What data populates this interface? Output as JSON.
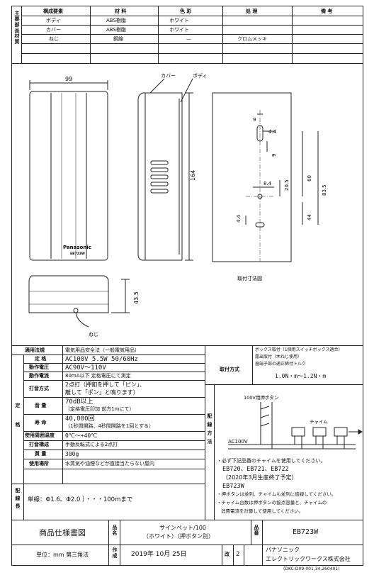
{
  "materials": {
    "side_label": "主要部品材質",
    "headers": [
      "構成要素",
      "材 料",
      "色 彩",
      "処 理",
      "備 考"
    ],
    "rows": [
      [
        "ボディ",
        "ABS樹脂",
        "ホワイト",
        "",
        ""
      ],
      [
        "カバー",
        "ABS樹脂",
        "ホワイト",
        "",
        ""
      ],
      [
        "ねじ",
        "鋼線",
        "—",
        "クロムメッキ",
        ""
      ],
      [
        "",
        "",
        "",
        "",
        ""
      ]
    ]
  },
  "drawing": {
    "front_width": "99",
    "height": "164",
    "cover_label": "カバー",
    "body_label": "ボディ",
    "brand": "Panasonic",
    "model_mark": "EB723W",
    "depth": "43.5",
    "screw_label": "ねじ",
    "dims": {
      "d9": "9",
      "d4_4a": "4.4",
      "d9b": "9",
      "d20_5": "20.5",
      "d60": "60",
      "d83_5": "83.5",
      "d8_4": "8.4",
      "d4_4b": "4.4",
      "d44": "44"
    },
    "mount_title": "取付寸法図"
  },
  "specs": {
    "rows": [
      {
        "label": "適用法規",
        "value": "電気用品安全法（一般電気用品）"
      },
      {
        "label": "定 格",
        "value": "AC100V 5.5W 50/60Hz"
      },
      {
        "label": "動作電圧",
        "value": "AC90V～110V"
      },
      {
        "label": "動作電流",
        "value": "80mA以下 定格電圧にて測定"
      },
      {
        "label": "打音方式",
        "value": "2点打（押釦を押して「ピン」、",
        "value2": "離して「ポン」と鳴ります）"
      },
      {
        "label": "音 量",
        "value": "70dB以上",
        "value2": "（定格電圧印加 前方1mにて）"
      },
      {
        "label": "寿 命",
        "value": "40,000回",
        "value2": "（1秒間開路、4秒間開路を1回とする）"
      },
      {
        "label": "使用周囲温度",
        "value": "0℃～+40℃"
      },
      {
        "label": "打音構成",
        "value": "手動反転式による2点打"
      },
      {
        "label": "質 量",
        "value": "300g"
      },
      {
        "label": "使用場所",
        "value": "水蒸気や油煙などが直接当たらない屋内"
      }
    ],
    "group_label": "定格",
    "wiring_label": "配線長",
    "wiring_value": "単線：Φ1.6、Φ2.0 ｝・・・100mまで"
  },
  "install": {
    "mount_label": "取付方式",
    "mount_lines": [
      "ボックス取付（1個用スイッチボックス適合）",
      "露出取付（木ねじ使用）",
      "器端子部の適正締付トルク",
      "1.0N・m～1.2N・m"
    ],
    "wiring_method_label": "配線方法",
    "push_label": "100V用押ボタン",
    "chime_label": "チャイム",
    "power_label": "AC100V",
    "notes": [
      "・必ず下記品番のチャイムを使用してください。",
      "EB720、EB721、EB722",
      "（2020年3月生産終了予定）",
      "EB723W",
      "・押ボタンは並列、チャイムも並列に結線してください。",
      "・チャイム台数は押ボタンの接点容量と、チャイムの",
      "消費電流を計算して使用してください。"
    ]
  },
  "footer": {
    "doc_title": "商品仕様書図",
    "name_label": "品名",
    "name_line1": "サインペット/100",
    "name_line2": "（ホワイト）（押ボタン別）",
    "number_label": "品番",
    "number_value": "EB723W",
    "unit_label": "単位：mm 第三角法",
    "made_label": "作成",
    "date": "2019年 10月 25日",
    "rev_label": "改",
    "rev_value": "2",
    "company1": "パナソニック",
    "company2": "エレクトリックワークス株式会社",
    "doc_code": "(DKC-D09-001,34,260401)"
  }
}
